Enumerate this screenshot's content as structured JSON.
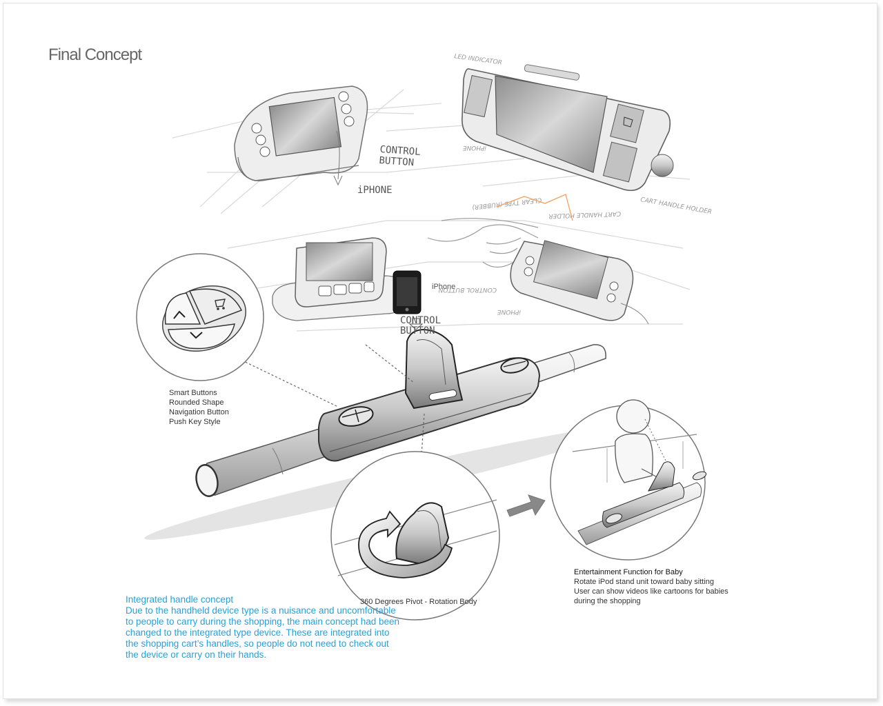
{
  "page": {
    "title": "Final Concept"
  },
  "callouts": {
    "smart_buttons": {
      "lines": [
        "Smart Buttons",
        "Rounded Shape",
        "Navigation Button",
        "Push Key Style"
      ]
    },
    "pivot": {
      "caption": "360 Degrees Pivot - Rotation Body"
    },
    "entertainment": {
      "heading": "Entertainment Function for Baby",
      "lines": [
        "Rotate iPod stand unit toward baby sitting",
        "User can show videos like cartoons for babies",
        "during the shopping"
      ]
    }
  },
  "sketch_annotations": {
    "control_button_top": "CONTROL BUTTON",
    "iphone_top": "iPHONE",
    "iphone_mid": "iPhone",
    "control_button_mid": "CONTROL BUTTON"
  },
  "description": {
    "title": "Integrated handle concept",
    "lines": [
      "Due to the handheld device type is a nuisance and uncomfortable",
      "to people to carry during the shopping, the main concept had been",
      "changed to the integrated type device. These are integrated into",
      "the shopping cart’s handles, so people do not need to check out",
      "the device or carry on their hands."
    ]
  },
  "colors": {
    "accent_blue": "#21a3dc",
    "sketch_line": "#8a8a8a",
    "orange_accent": "#f0a060"
  }
}
